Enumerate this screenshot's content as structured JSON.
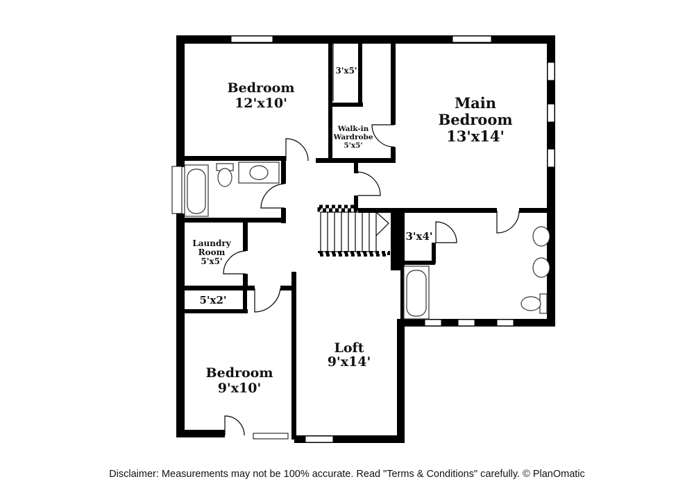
{
  "rooms": {
    "bedroom_top": {
      "name": "Bedroom",
      "size": "12'x10'"
    },
    "closet_3x5": {
      "size": "3'x5'"
    },
    "walkin": {
      "line1": "Walk-in",
      "line2": "Wardrobe",
      "size": "5'x5'"
    },
    "main_bedroom": {
      "line1": "Main",
      "line2": "Bedroom",
      "size": "13'x14'"
    },
    "closet_3x4": {
      "size": "3'x4'"
    },
    "laundry": {
      "line1": "Laundry",
      "line2": "Room",
      "size": "5'x5'"
    },
    "closet_5x2": {
      "size": "5'x2'"
    },
    "bedroom_bottom": {
      "name": "Bedroom",
      "size": "9'x10'"
    },
    "loft": {
      "name": "Loft",
      "size": "9'x14'"
    }
  },
  "disclaimer": "Disclaimer: Measurements may not be 100% accurate. Read \"Terms & Conditions\" carefully. © PlanOmatic",
  "colors": {
    "wall": "#000000",
    "background": "#ffffff"
  }
}
